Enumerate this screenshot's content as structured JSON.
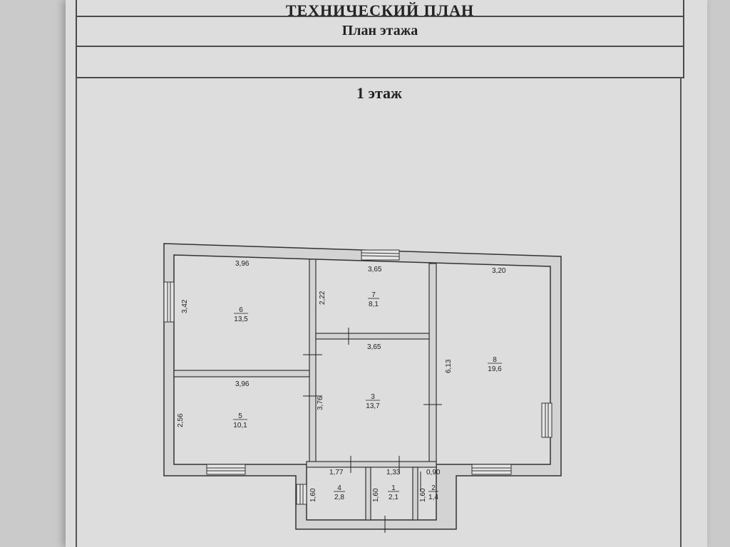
{
  "header": {
    "title": "ТЕХНИЧЕСКИЙ ПЛАН",
    "subtitle": "План этажа"
  },
  "floor": {
    "title": "1 этаж"
  },
  "rooms": [
    {
      "number": "6",
      "area": "13,5"
    },
    {
      "number": "7",
      "area": "8,1"
    },
    {
      "number": "8",
      "area": "19,6"
    },
    {
      "number": "5",
      "area": "10,1"
    },
    {
      "number": "3",
      "area": "13,7"
    },
    {
      "number": "4",
      "area": "2,8"
    },
    {
      "number": "1",
      "area": "2,1"
    },
    {
      "number": "2",
      "area": "1,4"
    }
  ],
  "dimensions": {
    "room6_width": "3,96",
    "room6_height": "3,42",
    "room7_width": "3,65",
    "room7_height": "2,22",
    "room8_width": "3,20",
    "room8_height": "6,13",
    "room3_width": "3,65",
    "room3_height": "3,76",
    "room5_width": "3,96",
    "room5_height": "2,56",
    "room4_width": "1,77",
    "room4_height": "1,60",
    "room1_width": "1,33",
    "room1_height": "1,60",
    "room2_width": "0,90",
    "room2_height": "1,60"
  },
  "colors": {
    "paper": "#dcdddc",
    "ink": "#4a4a4a",
    "wall_fill": "#d2d3d2"
  }
}
